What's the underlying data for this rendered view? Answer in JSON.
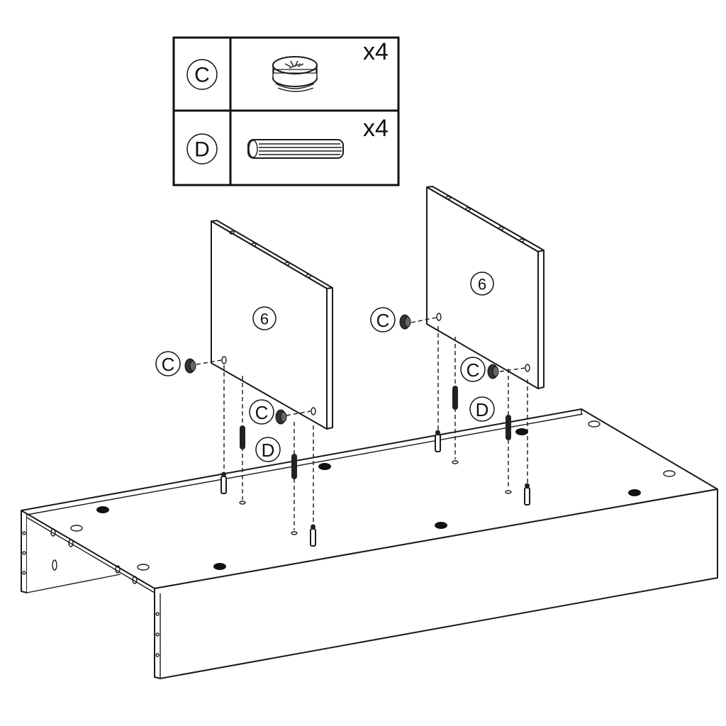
{
  "parts_table": {
    "rows": [
      {
        "part_id": "C",
        "part_name": "cam-lock",
        "quantity": "x4"
      },
      {
        "part_id": "D",
        "part_name": "wooden-dowel",
        "quantity": "x4"
      }
    ]
  },
  "panels": [
    {
      "label": "6",
      "position": "left"
    },
    {
      "label": "6",
      "position": "right"
    }
  ],
  "callouts": {
    "cam_lock": "C",
    "dowel": "D"
  },
  "colors": {
    "line": "#1a1a1a",
    "background": "#ffffff"
  }
}
